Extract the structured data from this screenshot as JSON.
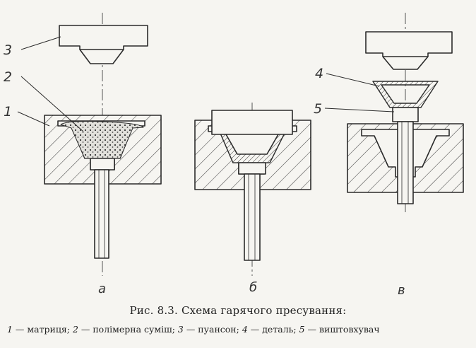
{
  "labels": {
    "n1": "1",
    "n2": "2",
    "n3": "3",
    "n4": "4",
    "n5": "5"
  },
  "stages": {
    "a": "а",
    "b": "б",
    "c": "в"
  },
  "caption": {
    "title": "Рис. 8.3. Схема гарячого пресування:",
    "legend": [
      {
        "num": "1",
        "text": " — матриця; "
      },
      {
        "num": "2",
        "text": " — полімерна суміш; "
      },
      {
        "num": "3",
        "text": " — пуансон; "
      },
      {
        "num": "4",
        "text": " — деталь; "
      },
      {
        "num": "5",
        "text": " — виштовхувач"
      }
    ]
  },
  "colors": {
    "ink": "#2b2b2b",
    "paper": "#f6f5f1"
  }
}
